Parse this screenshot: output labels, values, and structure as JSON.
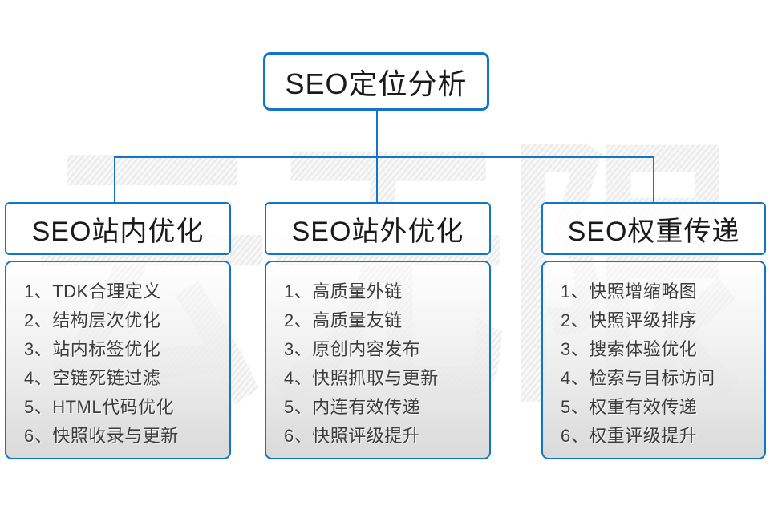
{
  "colors": {
    "accent": "#1375c8",
    "title_text": "#1a1a1a",
    "item_text": "#3b3b3b",
    "watermark_gray": "#eeeeee"
  },
  "watermark": {
    "text": "云无限"
  },
  "root": {
    "title": "SEO定位分析"
  },
  "columns": [
    {
      "title": "SEO站内优化",
      "items": [
        "1、TDK合理定义",
        "2、结构层次优化",
        "3、站内标签优化",
        "4、空链死链过滤",
        "5、HTML代码优化",
        "6、快照收录与更新"
      ]
    },
    {
      "title": "SEO站外优化",
      "items": [
        "1、高质量外链",
        "2、高质量友链",
        "3、原创内容发布",
        "4、快照抓取与更新",
        "5、内连有效传递",
        "6、快照评级提升"
      ]
    },
    {
      "title": "SEO权重传递",
      "items": [
        "1、快照增缩略图",
        "2、快照评级排序",
        "3、搜索体验优化",
        "4、检索与目标访问",
        "5、权重有效传递",
        "6、权重评级提升"
      ]
    }
  ]
}
